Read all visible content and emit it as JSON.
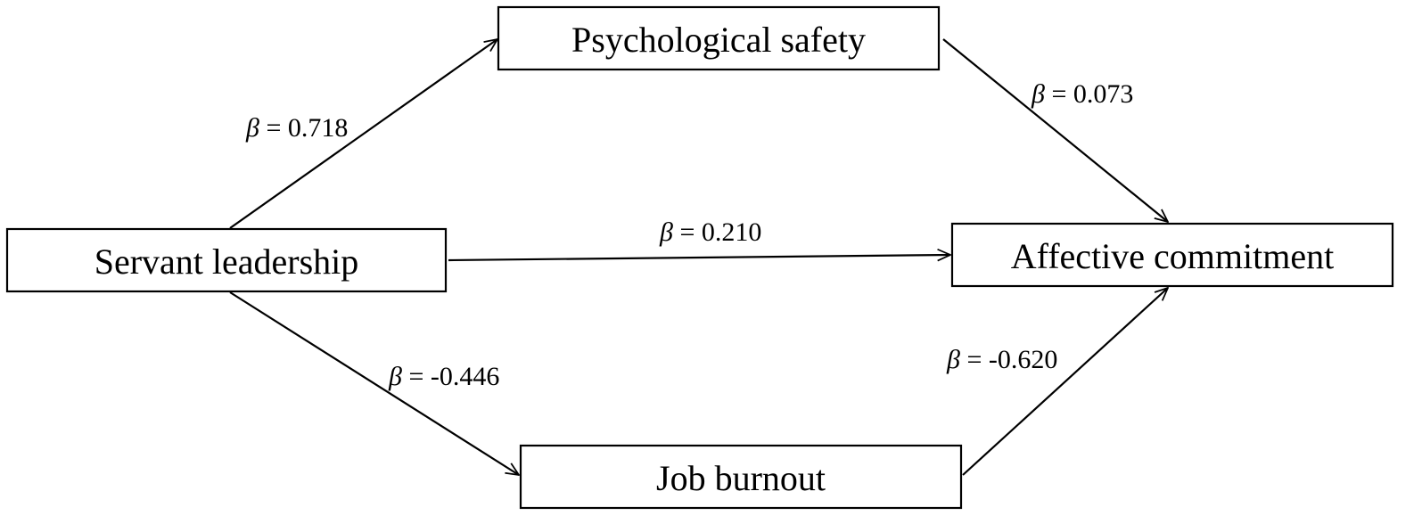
{
  "nodes": {
    "servant_leadership": {
      "label": "Servant leadership"
    },
    "psychological_safety": {
      "label": "Psychological safety"
    },
    "affective_commitment": {
      "label": "Affective commitment"
    },
    "job_burnout": {
      "label": "Job burnout"
    }
  },
  "paths": {
    "sl_to_ps": {
      "symbol": "β",
      "value": " = 0.718"
    },
    "ps_to_ac": {
      "symbol": "β",
      "value": " = 0.073"
    },
    "sl_to_ac": {
      "symbol": "β",
      "value": " = 0.210"
    },
    "sl_to_jb": {
      "symbol": "β",
      "value": " = -0.446"
    },
    "jb_to_ac": {
      "symbol": "β",
      "value": " = -0.620"
    }
  },
  "colors": {
    "line": "#000000",
    "background": "#ffffff"
  }
}
